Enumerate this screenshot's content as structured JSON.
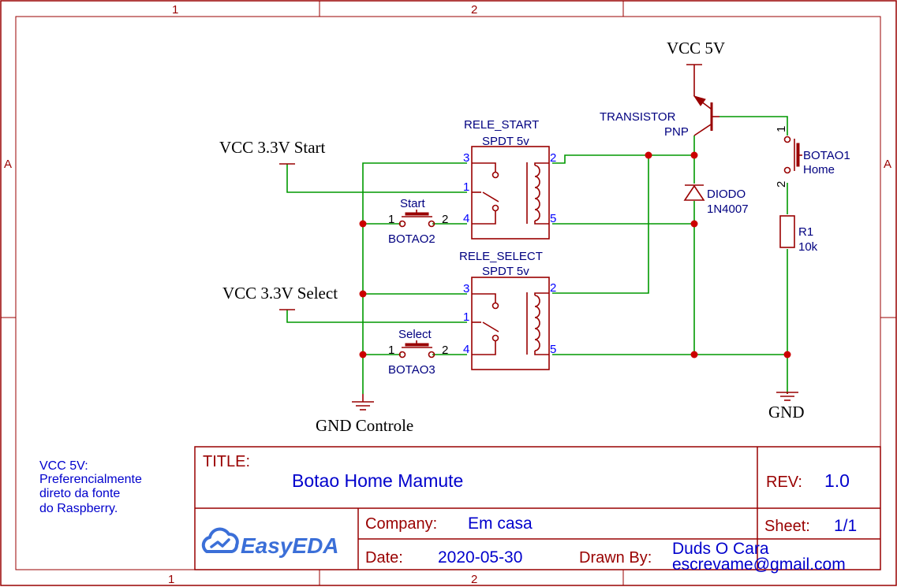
{
  "frame": {
    "columns": [
      "1",
      "2"
    ],
    "rows": [
      "A"
    ]
  },
  "nets": {
    "vcc5v": "VCC 5V",
    "vcc33_start": "VCC 3.3V Start",
    "vcc33_select": "VCC 3.3V Select",
    "gnd_controle": "GND Controle",
    "gnd": "GND"
  },
  "components": {
    "rele_start": {
      "name": "RELE_START",
      "value": "SPDT 5v",
      "pins": [
        "3",
        "1",
        "4",
        "2",
        "5"
      ]
    },
    "rele_select": {
      "name": "RELE_SELECT",
      "value": "SPDT 5v",
      "pins": [
        "3",
        "1",
        "4",
        "2",
        "5"
      ]
    },
    "transistor": {
      "name": "TRANSISTOR",
      "value": "PNP"
    },
    "diodo": {
      "name": "DIODO",
      "value": "1N4007"
    },
    "r1": {
      "name": "R1",
      "value": "10k"
    },
    "botao1": {
      "name": "BOTAO1",
      "value": "Home",
      "pin1": "1",
      "pin2": "2"
    },
    "botao2": {
      "name": "BOTAO2",
      "label": "Start",
      "pin1": "1",
      "pin2": "2"
    },
    "botao3": {
      "name": "BOTAO3",
      "label": "Select",
      "pin1": "1",
      "pin2": "2"
    }
  },
  "note": [
    "VCC 5V:",
    "Preferencialmente",
    "direto da fonte",
    "do Raspberry."
  ],
  "title_block": {
    "title_label": "TITLE:",
    "title": "Botao Home Mamute",
    "rev_label": "REV:",
    "rev": "1.0",
    "company_label": "Company:",
    "company": "Em casa",
    "sheet_label": "Sheet:",
    "sheet": "1/1",
    "date_label": "Date:",
    "date": "2020-05-30",
    "drawn_by_label": "Drawn By:",
    "drawn_by_name": "Duds O Cara",
    "drawn_by_email": "escrevame@gmail.com",
    "logo": "EasyEDA"
  },
  "colors": {
    "wire": "#009900",
    "part": "#990000",
    "junction": "#cc0000",
    "pin_number": "#0000ff",
    "reference": "#000080"
  }
}
